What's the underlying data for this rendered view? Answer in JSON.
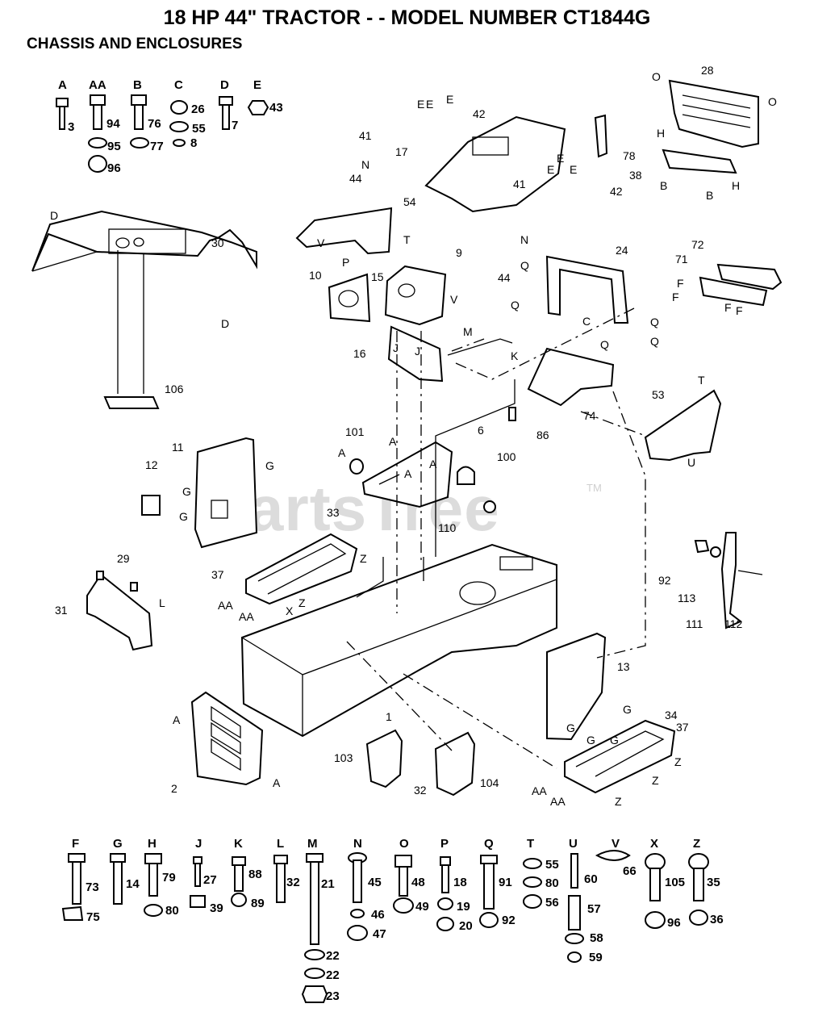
{
  "header": {
    "title": "18 HP 44\" TRACTOR - - MODEL NUMBER CT1844G",
    "subtitle": "CHASSIS AND ENCLOSURES"
  },
  "watermark": {
    "text": "PartsTree",
    "tm": "TM"
  },
  "top_hardware": [
    {
      "letter": "A",
      "parts": [
        "3"
      ]
    },
    {
      "letter": "AA",
      "parts": [
        "94",
        "95",
        "96"
      ]
    },
    {
      "letter": "B",
      "parts": [
        "76",
        "77"
      ]
    },
    {
      "letter": "C",
      "parts": [
        "26",
        "55",
        "8"
      ]
    },
    {
      "letter": "D",
      "parts": [
        "7"
      ]
    },
    {
      "letter": "E",
      "parts": [
        "43"
      ]
    }
  ],
  "bottom_hardware": [
    {
      "letter": "F",
      "parts": [
        "73",
        "75"
      ]
    },
    {
      "letter": "G",
      "parts": [
        "14"
      ]
    },
    {
      "letter": "H",
      "parts": [
        "79",
        "80"
      ]
    },
    {
      "letter": "J",
      "parts": [
        "27",
        "39"
      ]
    },
    {
      "letter": "K",
      "parts": [
        "88",
        "89"
      ]
    },
    {
      "letter": "L",
      "parts": [
        "32"
      ]
    },
    {
      "letter": "M",
      "parts": [
        "21",
        "22",
        "22",
        "23"
      ]
    },
    {
      "letter": "N",
      "parts": [
        "45",
        "46",
        "47"
      ]
    },
    {
      "letter": "O",
      "parts": [
        "48",
        "49"
      ]
    },
    {
      "letter": "P",
      "parts": [
        "18",
        "19",
        "20"
      ]
    },
    {
      "letter": "Q",
      "parts": [
        "91",
        "92"
      ]
    },
    {
      "letter": "T",
      "parts": [
        "55",
        "80",
        "56"
      ]
    },
    {
      "letter": "U",
      "parts": [
        "60",
        "57",
        "58",
        "59"
      ]
    },
    {
      "letter": "V",
      "parts": [
        "66"
      ]
    },
    {
      "letter": "X",
      "parts": [
        "105",
        "96"
      ]
    },
    {
      "letter": "Z",
      "parts": [
        "35",
        "36"
      ]
    }
  ],
  "callouts": [
    "28",
    "O",
    "O",
    "78",
    "42",
    "41",
    "17",
    "N",
    "44",
    "E",
    "E",
    "E",
    "E",
    "E",
    "E",
    "42",
    "41",
    "H",
    "38",
    "B",
    "B",
    "H",
    "D",
    "30",
    "D",
    "106",
    "54",
    "V",
    "T",
    "10",
    "P",
    "15",
    "9",
    "V",
    "M",
    "N",
    "44",
    "Q",
    "24",
    "Q",
    "C",
    "Q",
    "Q",
    "72",
    "71",
    "F",
    "F",
    "F",
    "F",
    "16",
    "J",
    "J",
    "K",
    "Q",
    "74",
    "86",
    "53",
    "T",
    "U",
    "101",
    "A",
    "A",
    "A",
    "A",
    "6",
    "100",
    "110",
    "11",
    "G",
    "G",
    "G",
    "12",
    "33",
    "Z",
    "37",
    "AA",
    "AA",
    "X",
    "Z",
    "29",
    "31",
    "L",
    "92",
    "113",
    "111",
    "112",
    "13",
    "G",
    "G",
    "G",
    "G",
    "34",
    "37",
    "Z",
    "Z",
    "Z",
    "AA",
    "AA",
    "A",
    "2",
    "A",
    "1",
    "103",
    "32",
    "104"
  ]
}
